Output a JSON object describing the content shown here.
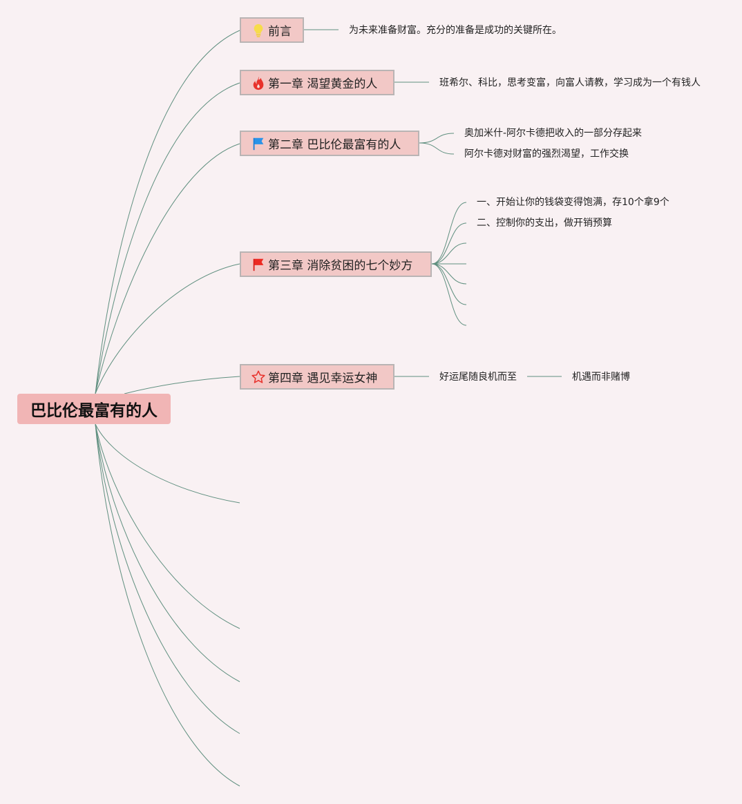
{
  "root": {
    "label": "巴比伦最富有的人"
  },
  "topics": [
    {
      "label": "前言",
      "icon": "lightbulb-icon",
      "details": [
        "为未来准备财富。充分的准备是成功的关键所在。"
      ]
    },
    {
      "label": "第一章 渴望黄金的人",
      "icon": "fire-icon",
      "details": [
        "班希尔、科比，思考变富，向富人请教，学习成为一个有钱人"
      ]
    },
    {
      "label": "第二章 巴比伦最富有的人",
      "icon": "blue-flag-icon",
      "details": [
        "奥加米什-阿尔卡德把收入的一部分存起来",
        "阿尔卡德对财富的强烈渴望，工作交换"
      ]
    },
    {
      "label": "第三章 消除贫困的七个妙方",
      "icon": "red-flag-icon",
      "details": [
        "一、开始让你的钱袋变得饱满，存10个拿9个",
        "二、控制你的支出，做开销预算"
      ]
    },
    {
      "label": "第四章 遇见幸运女神",
      "icon": "star-icon",
      "details": [
        "好运尾随良机而至",
        "机遇而非赌博"
      ]
    }
  ],
  "colors": {
    "background": "#f9f1f3",
    "root_fill": "#f1b5b5",
    "topic_fill": "#f2c8c6",
    "topic_border": "#b9b4b4",
    "connector": "#5f8f7f"
  }
}
